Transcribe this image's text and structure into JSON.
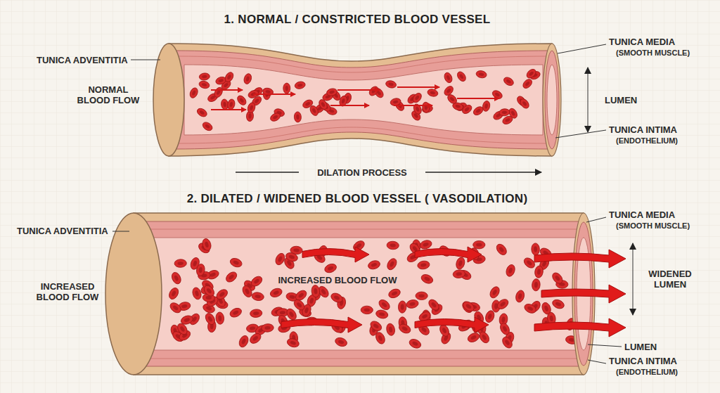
{
  "diagram": {
    "labels": [
      "1. NORMAL / CONSTRICTED BLOOD VESSEL",
      "TUNICA ADVENTITIA",
      "NORMAL BLOOD FLOW",
      "TUNICA MEDIA",
      "(SMOOTH MUSCLE)",
      "LUMEN",
      "TUNICA INTIMA",
      "(ENDOTHELIUM)",
      "DILATION PROCESS",
      "2. DILATED / WIDENED BLOOD VESSEL ( VASODILATION)",
      "TUNICA ADVENTITIA",
      "INCREASED BLOOD FLOW",
      "INCREASED BLOOD FLOW",
      "TUNICA MEDIA",
      "(SMOOTH MUSCLE)",
      "WIDENED LUMEN",
      "LUMEN",
      "TUNICA INTIMA",
      "(ENDOTHELIUM)"
    ]
  }
}
